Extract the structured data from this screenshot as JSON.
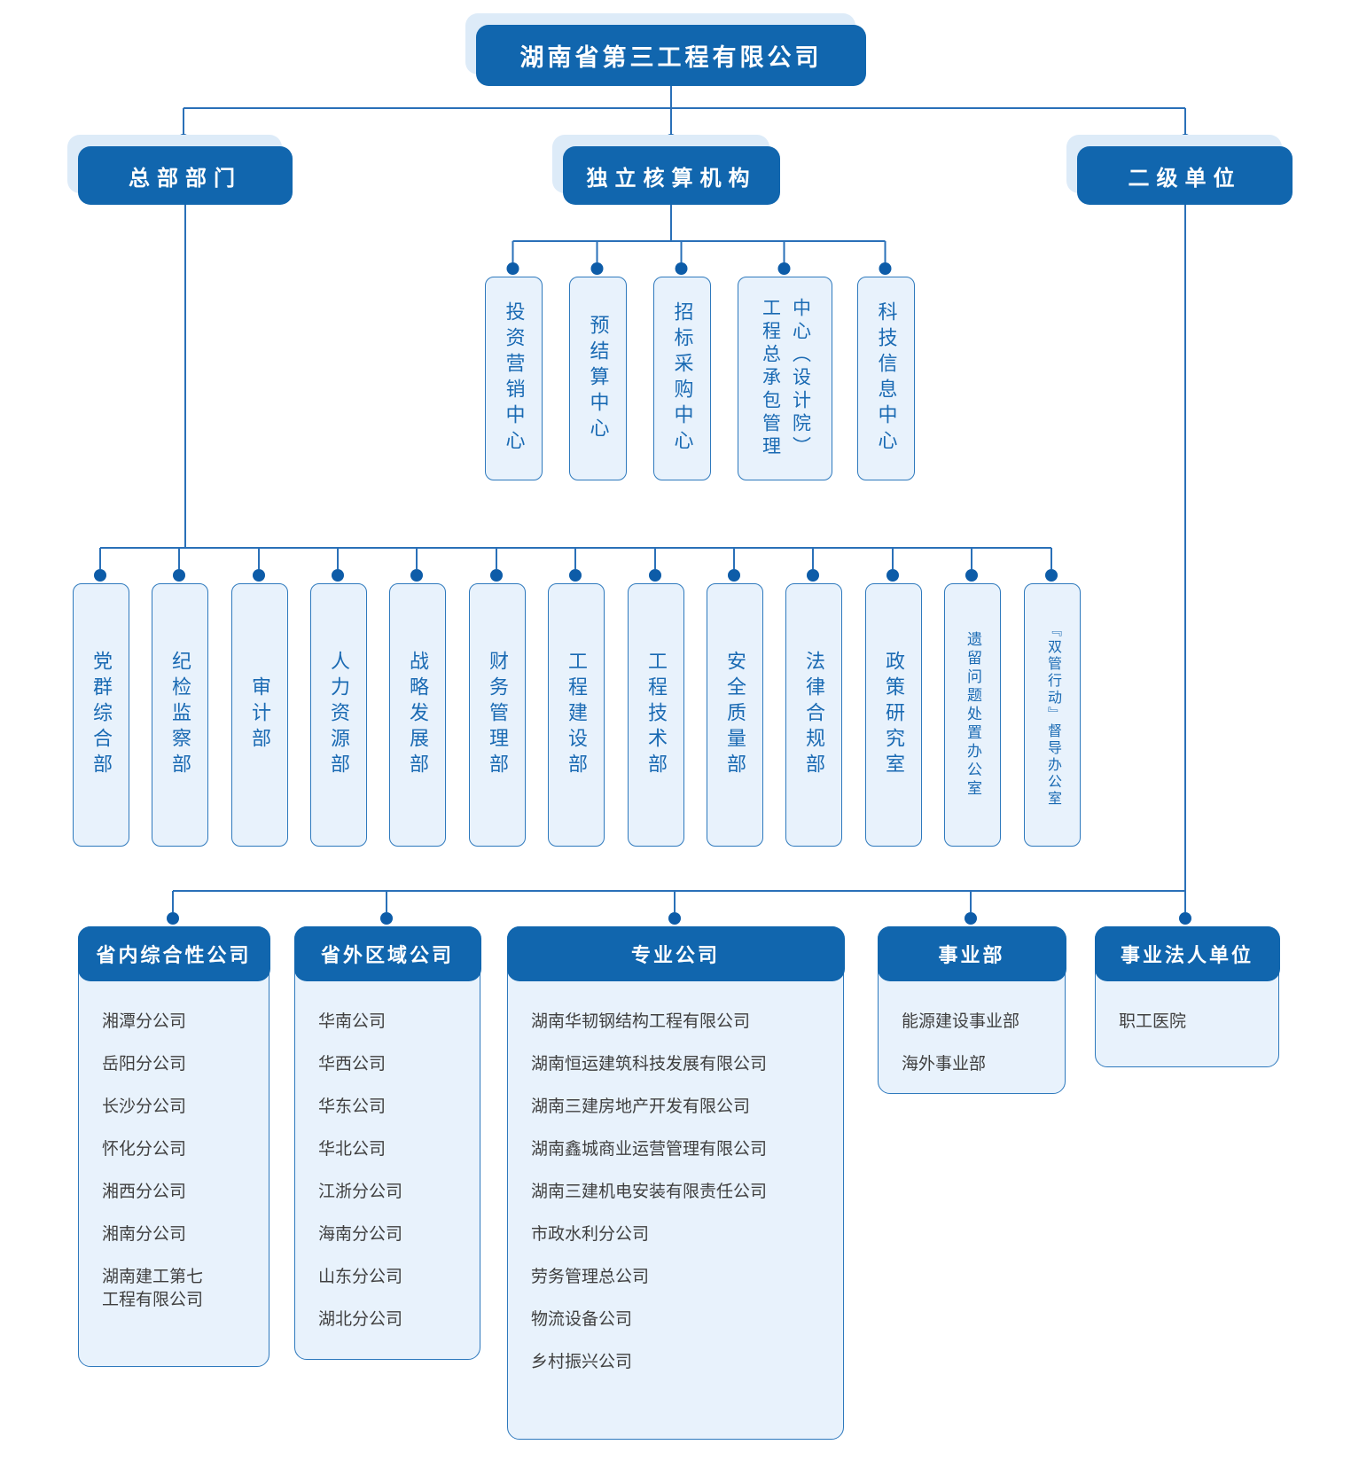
{
  "root": {
    "label": "湖南省第三工程有限公司"
  },
  "branches": {
    "hq": {
      "label": "总部部门"
    },
    "independent": {
      "label": "独立核算机构"
    },
    "secondary": {
      "label": "二级单位"
    }
  },
  "independent_centers": [
    "投资营销中心",
    "预结算中心",
    "招标采购中心",
    "工程总承包管理\n中心（设计院）",
    "科技信息中心"
  ],
  "hq_departments": [
    "党群综合部",
    "纪检监察部",
    "审计部",
    "人力资源部",
    "战略发展部",
    "财务管理部",
    "工程建设部",
    "工程技术部",
    "安全质量部",
    "法律合规部",
    "政策研究室",
    "遗留问题处置办公室",
    "『双管行动』督导办公室"
  ],
  "groups": [
    {
      "title": "省内综合性公司",
      "items": [
        "湘潭分公司",
        "岳阳分公司",
        "长沙分公司",
        "怀化分公司",
        "湘西分公司",
        "湘南分公司",
        "湖南建工第七\n工程有限公司"
      ]
    },
    {
      "title": "省外区域公司",
      "items": [
        "华南公司",
        "华西公司",
        "华东公司",
        "华北公司",
        "江浙分公司",
        "海南分公司",
        "山东分公司",
        "湖北分公司"
      ]
    },
    {
      "title": "专业公司",
      "items": [
        "湖南华韧钢结构工程有限公司",
        "湖南恒运建筑科技发展有限公司",
        "湖南三建房地产开发有限公司",
        "湖南鑫城商业运营管理有限公司",
        "湖南三建机电安装有限责任公司",
        "市政水利分公司",
        "劳务管理总公司",
        "物流设备公司",
        "乡村振兴公司"
      ]
    },
    {
      "title": "事业部",
      "items": [
        "能源建设事业部",
        "海外事业部"
      ]
    },
    {
      "title": "事业法人单位",
      "items": [
        "职工医院"
      ]
    }
  ],
  "colors": {
    "primary": "#1166ae",
    "line": "#2a70b8",
    "dot": "#0d5ca8",
    "box_fill": "#e8f2fc",
    "box_border": "#2e79bd",
    "box_text": "#1a6ab3",
    "item_text": "#3f3f3f",
    "shadow": "#ddebf8"
  }
}
